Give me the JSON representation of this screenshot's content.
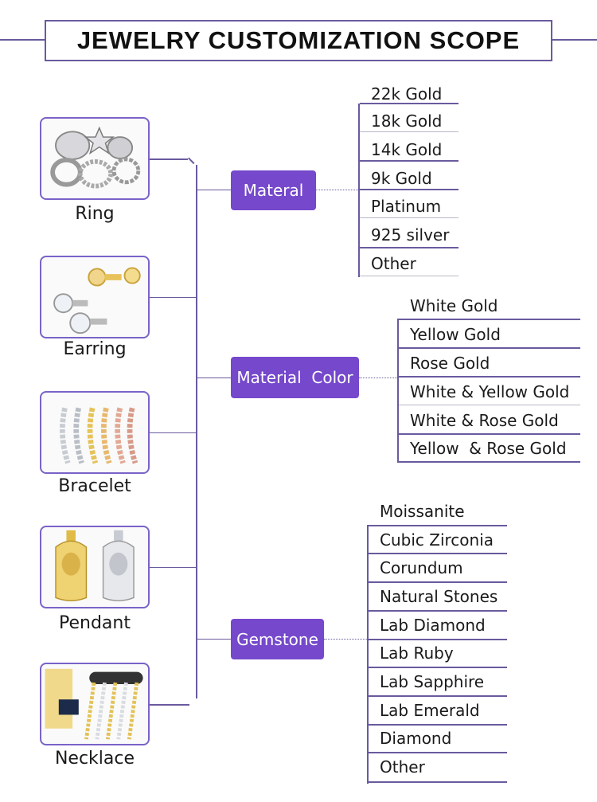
{
  "title": "JEWELRY CUSTOMIZATION SCOPE",
  "products": [
    {
      "label": "Ring",
      "icon": "ring-icon"
    },
    {
      "label": "Earring",
      "icon": "earring-icon"
    },
    {
      "label": "Bracelet",
      "icon": "bracelet-icon"
    },
    {
      "label": "Pendant",
      "icon": "pendant-icon"
    },
    {
      "label": "Necklace",
      "icon": "necklace-icon"
    }
  ],
  "categories": [
    {
      "label": "Materal",
      "options": [
        "22k Gold",
        "18k Gold",
        "14k Gold",
        "9k Gold",
        "Platinum",
        "925 silver",
        "Other"
      ]
    },
    {
      "label": "Material  Color",
      "options": [
        "White Gold",
        "Yellow Gold",
        "Rose Gold",
        "White & Yellow Gold",
        "White & Rose Gold",
        "Yellow  & Rose Gold"
      ]
    },
    {
      "label": "Gemstone",
      "options": [
        "Moissanite",
        "Cubic Zirconia",
        "Corundum",
        "Natural Stones",
        "Lab Diamond",
        "Lab Ruby",
        "Lab Sapphire",
        "Lab Emerald",
        "Diamond",
        "Other"
      ]
    }
  ],
  "colors": {
    "accent": "#7548cc",
    "line": "#6a5a9e",
    "card_border": "#7a63c8"
  }
}
